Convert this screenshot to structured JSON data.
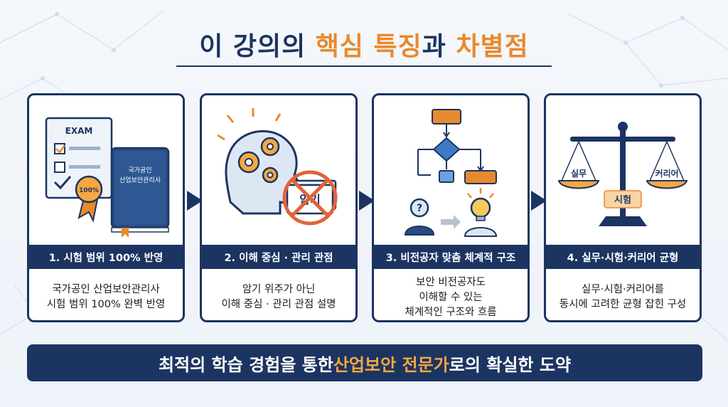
{
  "title": {
    "part1": "이 강의의 ",
    "highlight1": "핵심 특징",
    "part2": "과 ",
    "highlight2": "차별점"
  },
  "cards": [
    {
      "heading": "1. 시험 범위 100% 반영",
      "desc": [
        "국가공인 산업보안관리사",
        "시험 범위 100% 완벽 반영"
      ],
      "art": {
        "doc_label": "EXAM",
        "badge_label": "100%",
        "book_line1": "국가공인",
        "book_line2": "산업보안관리사"
      }
    },
    {
      "heading": "2. 이해 중심 · 관리 관점",
      "desc": [
        "암기 위주가 아닌",
        "이해 중심 · 관리 관점 설명"
      ],
      "art": {
        "card_label": "암기"
      }
    },
    {
      "heading": "3. 비전공자 맞춤 체계적 구조",
      "desc": [
        "보안 비전공자도",
        "이해할 수 있는",
        "체계적인 구조와 흐름"
      ],
      "art": {
        "question_mark": "?"
      }
    },
    {
      "heading": "4. 실무·시험·커리어 균형",
      "desc": [
        "실무·시험·커리어를",
        "동시에 고려한 균형 잡힌 구성"
      ],
      "art": {
        "left_pan": "실무",
        "right_pan": "커리어",
        "center_label": "시험"
      }
    }
  ],
  "bottom": {
    "part1": "최적의 학습 경험을 통한 ",
    "highlight": "산업보안 전문가",
    "part2": "로의 확실한 도약"
  },
  "colors": {
    "navy": "#1c3461",
    "accent": "#e8892e",
    "accent_light": "#f5a742"
  }
}
